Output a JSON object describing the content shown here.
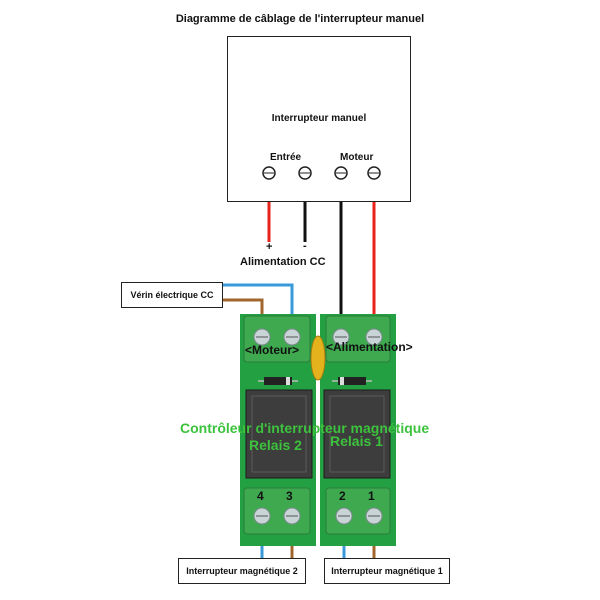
{
  "title": "Diagramme de câblage de l'interrupteur manuel",
  "manual_switch": {
    "label": "Interrupteur manuel",
    "input_label": "Entrée",
    "motor_label": "Moteur"
  },
  "power": {
    "plus": "+",
    "minus": "-",
    "label": "Alimentation CC"
  },
  "actuator_label": "Vérin électrique CC",
  "board": {
    "motor_terminal": "<Moteur>",
    "power_terminal": "<Alimentation>",
    "controller_label": "Contrôleur d'interrupteur magnétique",
    "relay2_label": "Relais 2",
    "relay1_label": "Relais 1",
    "terminal_numbers": [
      "4",
      "3",
      "2",
      "1"
    ]
  },
  "magnetic_switch_2": "Interrupteur magnétique 2",
  "magnetic_switch_1": "Interrupteur magnétique 1",
  "colors": {
    "red_wire": "#e8231c",
    "black_wire": "#111111",
    "blue_wire": "#3a9ad9",
    "brown_wire": "#a0662c",
    "board_green": "#22a042",
    "terminal_green": "#3ea94f",
    "label_green": "#3cc23c"
  }
}
